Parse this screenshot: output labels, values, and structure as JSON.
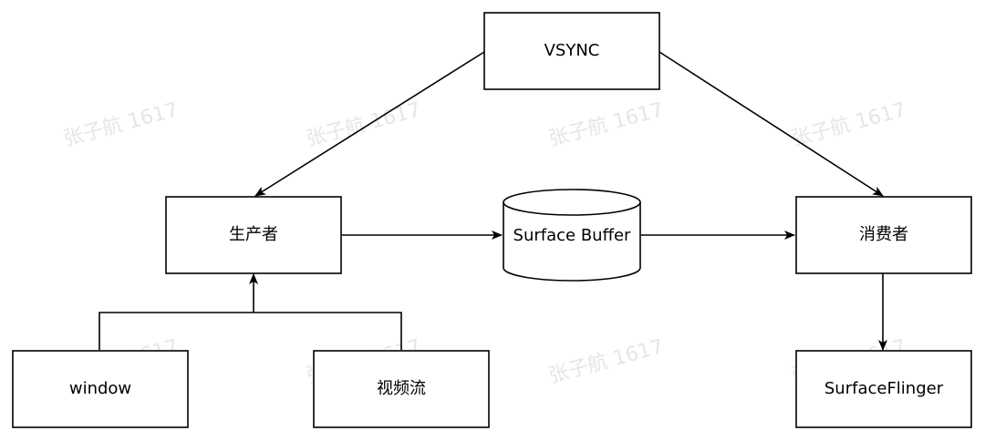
{
  "watermark_text": "张子航 1617",
  "colors": {
    "stroke": "#000000",
    "fill": "#ffffff",
    "watermark": "#e6e6e6"
  },
  "nodes": {
    "vsync": "VSYNC",
    "producer": "生产者",
    "buffer": "Surface Buffer",
    "consumer": "消费者",
    "window": "window",
    "video_stream": "视频流",
    "surfaceflinger": "SurfaceFlinger"
  }
}
